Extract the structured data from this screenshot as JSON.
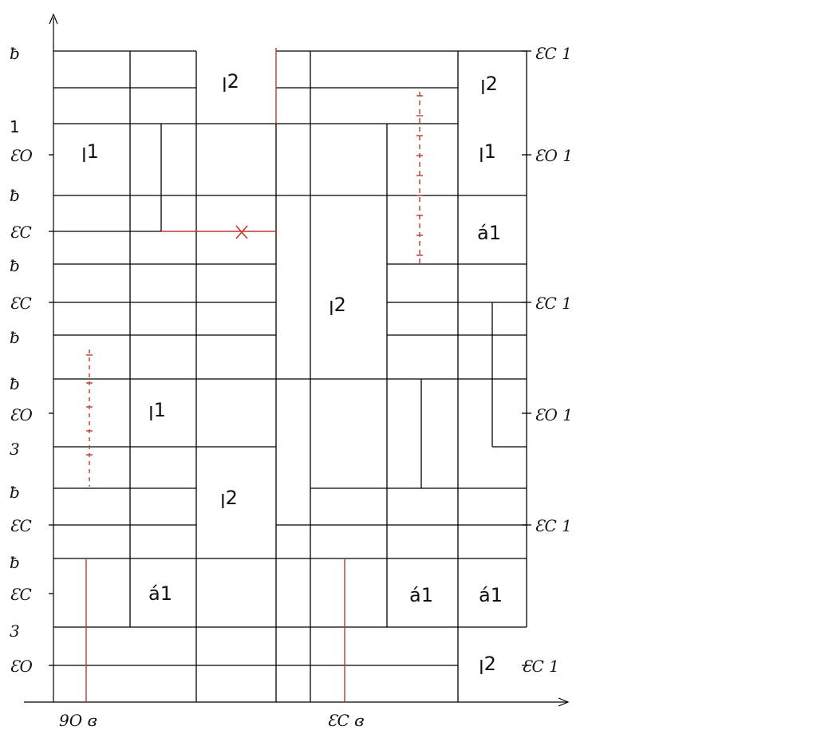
{
  "colors": {
    "line": "#000000",
    "accent": "#c0392b",
    "text": "#111111",
    "background": "#ffffff"
  },
  "left_labels": [
    "ƀ",
    "1",
    "ƐO",
    "ƀ",
    "ƐC",
    "ƀ",
    "ƐC",
    "ƀ",
    "ƀ",
    "ƐO",
    "3",
    "ƀ",
    "ƐC",
    "ƀ",
    "ƐC",
    "3",
    "ƐO"
  ],
  "right_labels": [
    "ƐC 1",
    "ƐO 1",
    "ƐC 1",
    "ƐO 1",
    "ƐC 1",
    "ƐC 1"
  ],
  "bottom_labels": [
    "9O ɞ",
    "ƐC ɞ"
  ],
  "cell_labels": [
    "ꞁ2",
    "ꞁ2",
    "ꞁ1",
    "ꞁ1",
    "á1",
    "ꞁ2",
    "ꞁ1",
    "ꞁ2",
    "á1",
    "á1",
    "á1",
    "ꞁ2"
  ],
  "markers": {
    "cross": "×"
  },
  "icons": {
    "axis_arrow": "arrow-head-icon",
    "cross": "cross-marker-icon",
    "dashed_trace": "dashed-red-trace-icon"
  }
}
